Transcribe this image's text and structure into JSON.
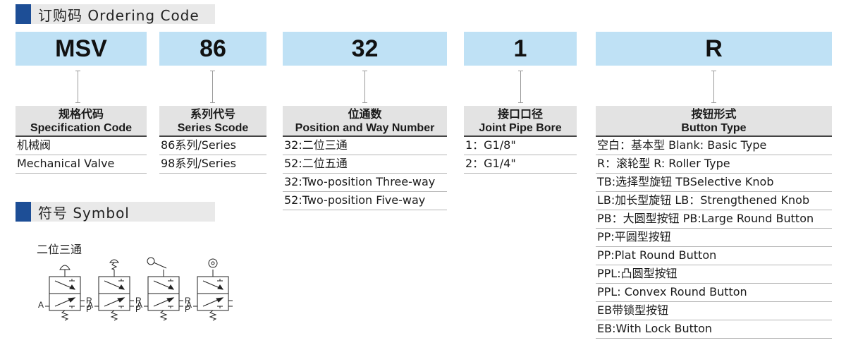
{
  "ordering": {
    "title": "订购码 Ordering Code"
  },
  "symbol_section": {
    "title": "符号 Symbol",
    "caption": "二位三通"
  },
  "colors": {
    "accent": "#1d4e96",
    "code_box": "#bfe1f5",
    "header_bg": "#e3e3e3"
  },
  "columns": [
    {
      "code": "MSV",
      "head_zh": "规格代码",
      "head_en": "Specification Code",
      "items": [
        "机械阀",
        "Mechanical Valve"
      ]
    },
    {
      "code": "86",
      "head_zh": "系列代号",
      "head_en": "Series Scode",
      "items": [
        "86系列/Series",
        "98系列/Series"
      ]
    },
    {
      "code": "32",
      "head_zh": "位通数",
      "head_en": "Position and Way Number",
      "items": [
        "32:二位三通",
        "52:二位五通",
        "32:Two-position Three-way",
        "52:Two-position Five-way"
      ]
    },
    {
      "code": "1",
      "head_zh": "接口口径",
      "head_en": "Joint Pipe Bore",
      "items": [
        "1：G1/8\"",
        "2：G1/4\""
      ]
    },
    {
      "code": "R",
      "head_zh": "按钮形式",
      "head_en": "Button Type",
      "items": [
        "空白：基本型 Blank: Basic Type",
        "R：滚轮型 R:  Roller Type",
        "TB:选择型旋钮 TBSelective Knob",
        "LB:加长型旋钮 LB：Strengthened Knob",
        "PB：大圆型按钮 PB:Large Round Button",
        "PP:平圆型按钮",
        "PP:Plat Round Button",
        "PPL:凸圆型按钮",
        "PPL: Convex Round Button",
        "EB带锁型按钮",
        "EB:With Lock Button"
      ]
    }
  ],
  "symbols": {
    "icons": [
      "push-button-actuator",
      "spring-button-actuator",
      "roller-lever-actuator",
      "roller-actuator"
    ],
    "port_labels": {
      "a": "A",
      "r": "R",
      "p": "P"
    }
  }
}
